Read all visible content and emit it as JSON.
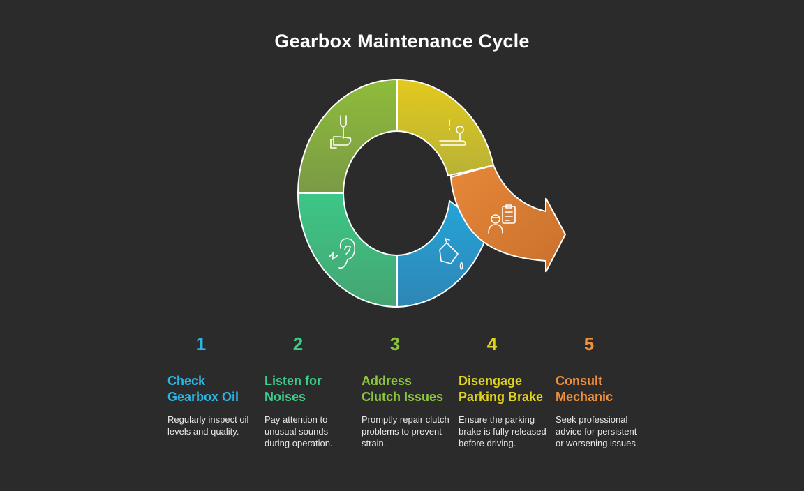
{
  "title": "Gearbox Maintenance Cycle",
  "colors": {
    "background": "#2b2b2b",
    "step1": "#29b6e6",
    "step2": "#3ccc8a",
    "step3": "#8cc63f",
    "step4": "#e3d321",
    "step5": "#f0903a"
  },
  "icons": [
    "wrench-hand-icon",
    "lever-icon",
    "ear-icon",
    "oil-can-icon",
    "mechanic-clipboard-icon"
  ],
  "steps": [
    {
      "number": "1",
      "heading": "Check Gearbox Oil",
      "description": "Regularly inspect oil levels and quality."
    },
    {
      "number": "2",
      "heading": "Listen for Noises",
      "description": "Pay attention to unusual sounds during operation."
    },
    {
      "number": "3",
      "heading": "Address Clutch Issues",
      "description": "Promptly repair clutch problems to prevent strain."
    },
    {
      "number": "4",
      "heading": "Disengage Parking Brake",
      "description": "Ensure the parking brake is fully released before driving."
    },
    {
      "number": "5",
      "heading": "Consult Mechanic",
      "description": "Seek professional advice for persistent or worsening issues."
    }
  ]
}
